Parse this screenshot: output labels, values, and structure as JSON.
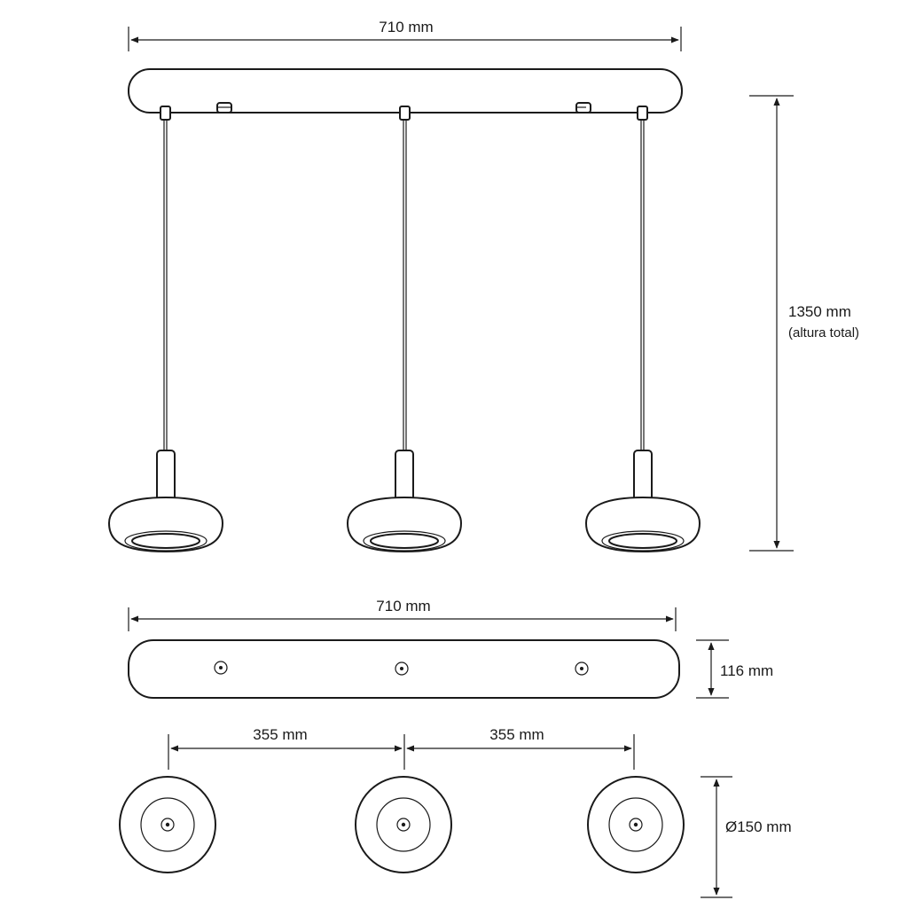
{
  "dimensions": {
    "top_width": "710 mm",
    "total_height": "1350 mm",
    "total_height_note": "(altura total)",
    "plan_width": "710 mm",
    "plan_depth": "116 mm",
    "spacing_left": "355 mm",
    "spacing_right": "355 mm",
    "shade_diameter": "Ø150 mm"
  },
  "colors": {
    "line": "#1a1a1a",
    "background": "#ffffff"
  }
}
